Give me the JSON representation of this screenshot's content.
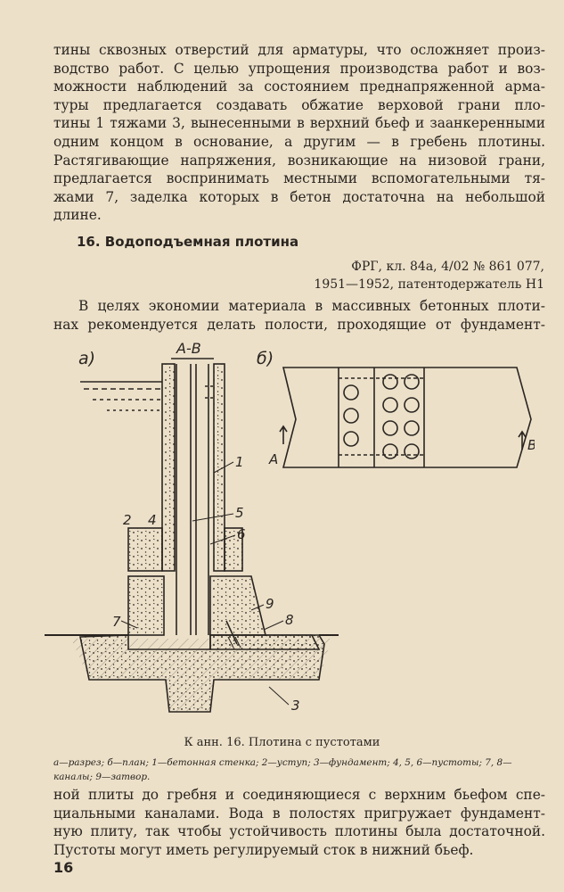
{
  "intro_lines": [
    "тины сквозных отверстий для арматуры, что осложняет произ-",
    "водство работ. С целью упрощения производства работ и воз-",
    "можности наблюдений за состоянием преднапряженной арма-",
    "туры предлагается создавать обжатие верховой грани пло-",
    "тины 1 тяжами 3, вынесенными в верхний бьеф и заанкеренными",
    "одним концом в основание, а другим — в гребень плотины.",
    "Растягивающие напряжения, возникающие на низовой грани,",
    "предлагается воспринимать местными вспомогательными тя-",
    "жами 7, заделка которых в бетон достаточна на небольшой",
    "длине."
  ],
  "section_title": "16. Водоподъемная плотина",
  "patent_lines": [
    "ФРГ, кл. 84а, 4/02 № 861 077,",
    "1951—1952, патентодержатель H1"
  ],
  "para2_lines": [
    "В целях экономии материала в массивных бетонных плоти-",
    "нах рекомендуется делать полости, проходящие от фундамент-"
  ],
  "figure_labels": {
    "view_a": "а)",
    "view_b": "б)",
    "section": "А-В",
    "n1": "1",
    "n2": "2",
    "n3": "3",
    "n4": "4",
    "n5": "5",
    "n6": "6",
    "n7": "7",
    "n8": "8",
    "n9": "9",
    "mark_a": "А",
    "mark_b": "В"
  },
  "caption": "К анн. 16. Плотина с пустотами",
  "legend": "а—разрез; б—план; 1—бетонная стенка; 2—уступ; 3—фундамент; 4, 5, 6—пустоты; 7, 8—каналы; 9—затвор.",
  "para3_lines": [
    "ной плиты до гребня и соединяющиеся с верхним бьефом спе-",
    "циальными каналами. Вода в полостях пригружает фундамент-",
    "ную плиту, так чтобы устойчивость плотины была достаточной.",
    "Пустоты могут иметь регулируемый сток в нижний бьеф."
  ],
  "page_number": "16"
}
